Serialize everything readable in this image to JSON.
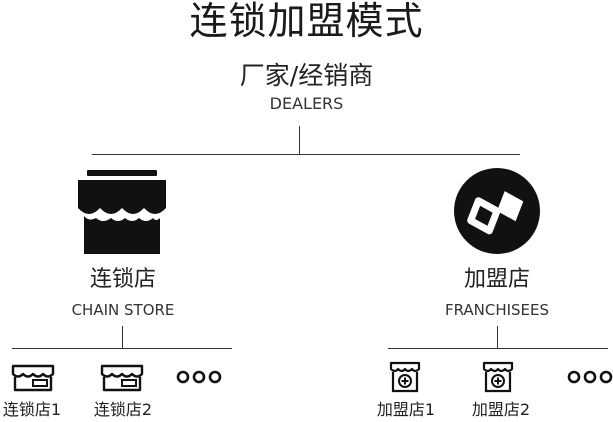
{
  "title": "连锁加盟模式",
  "root": {
    "label_zh": "厂家/经销商",
    "label_en": "DEALERS"
  },
  "branches": [
    {
      "label_zh": "连锁店",
      "label_en": "CHAIN STORE",
      "icon": "storefront-awning-icon",
      "children": [
        "连锁店1",
        "连锁店2"
      ]
    },
    {
      "label_zh": "加盟店",
      "label_en": "FRANCHISEES",
      "icon": "franchise-logo-icon",
      "children": [
        "加盟店1",
        "加盟店2"
      ]
    }
  ],
  "colors": {
    "text": "#222222",
    "icon": "#111111",
    "line": "#333333",
    "background": "#ffffff"
  }
}
